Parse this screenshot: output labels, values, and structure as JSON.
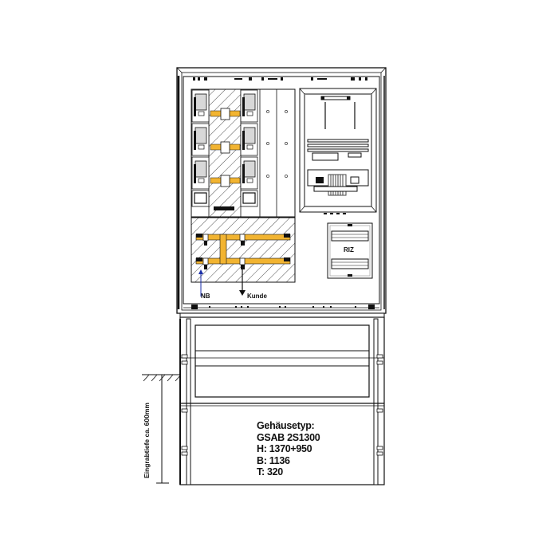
{
  "diagram": {
    "type": "technical-drawing",
    "subject": "Kabelverteilerschrank / Zähleranschlusssäule front view",
    "labels": {
      "nb": "NB",
      "kunde": "Kunde",
      "riz": "RIZ",
      "embed_depth": "Eingrabtiefe ca. 600mm"
    },
    "spec": {
      "title": "Gehäusetyp:",
      "model": "GSAB 2S1300",
      "height": "H: 1370+950",
      "width": "B: 1136",
      "depth": "T: 320"
    },
    "colors": {
      "busbar": "#f2b431",
      "line": "#111111",
      "module": "#d8d8d8",
      "nb_arrow": "#1a2ea8"
    },
    "fuse_rows": 3
  }
}
